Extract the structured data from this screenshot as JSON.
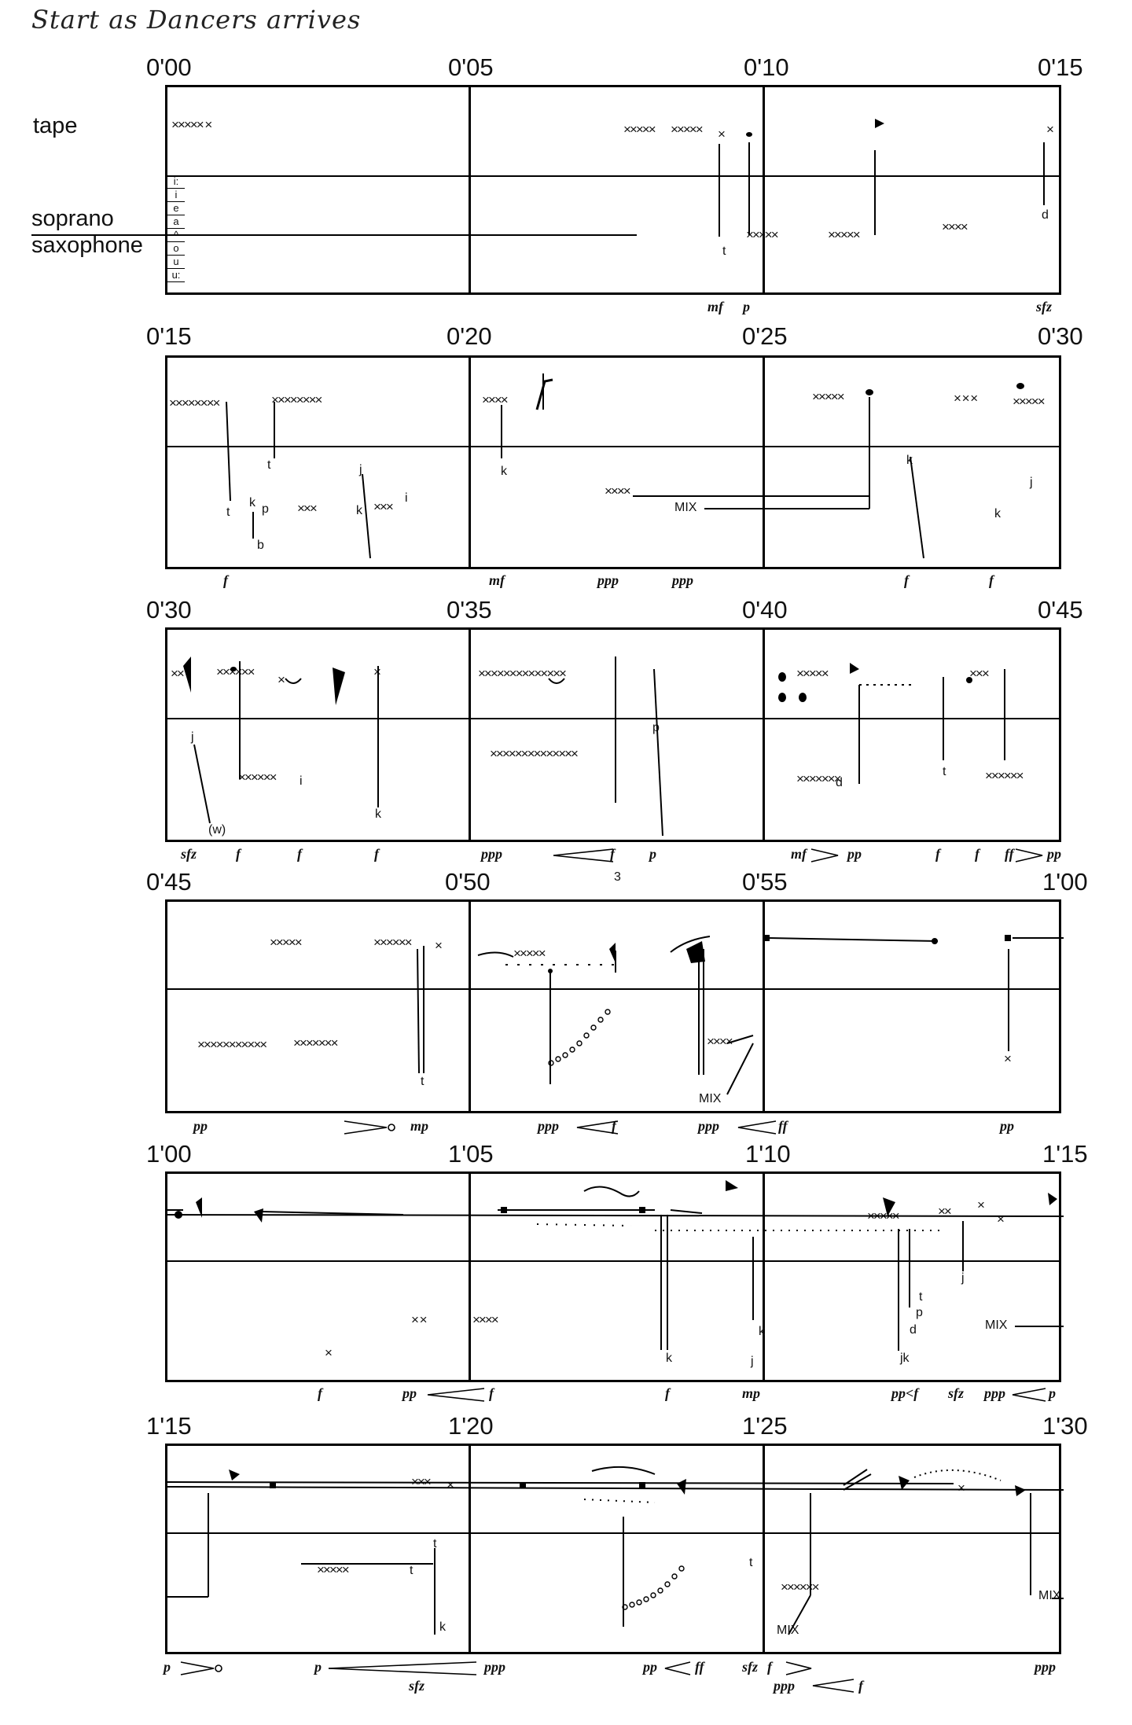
{
  "title": "Start as Dancers arrives",
  "labels": {
    "tape": "tape",
    "sax_line1": "soprano",
    "sax_line2": "saxophone"
  },
  "vowels": [
    "i:",
    "i",
    "e",
    "a",
    "^",
    "o",
    "u",
    "u:"
  ],
  "systems": [
    {
      "times": [
        "0'00",
        "0'05",
        "0'10",
        "0'15"
      ],
      "dynamics": [
        "mf",
        "p",
        "sfz"
      ],
      "tape_x": [
        "××××× ×",
        "×××××",
        "×××××",
        "×",
        "×"
      ],
      "sax_x": [
        "×××××",
        "×××××",
        "××××"
      ],
      "letters": [
        "t",
        "d"
      ]
    },
    {
      "times": [
        "0'15",
        "0'20",
        "0'25",
        "0'30"
      ],
      "dynamics": [
        "f",
        "mf",
        "ppp",
        "ppp",
        "f",
        "f"
      ],
      "tape_x": [
        "××××××××",
        "××××××××",
        "××××",
        "×××××",
        "×××××",
        "× × ×"
      ],
      "sax_x": [
        "×××",
        "×××",
        "××××"
      ],
      "letters": [
        "t",
        "t",
        "k",
        "p",
        "b",
        "j",
        "k",
        "i",
        "k",
        "k",
        "k",
        "j",
        "k"
      ],
      "mix": "MIX"
    },
    {
      "times": [
        "0'30",
        "0'35",
        "0'40",
        "0'45"
      ],
      "dynamics": [
        "sfz",
        "f",
        "f",
        "f",
        "ppp",
        "f",
        "p",
        "mf",
        "pp",
        "f",
        "f",
        "ff",
        "pp"
      ],
      "tape_x": [
        "××",
        "××××××",
        "×",
        "×",
        "××××××××××××××",
        "×××××",
        "×××"
      ],
      "sax_x": [
        "××××××",
        "××××××××××××××",
        "×××××××",
        "××××××"
      ],
      "letters": [
        "j",
        "(w)",
        "i",
        "k",
        "p",
        "d",
        "t"
      ]
    },
    {
      "times": [
        "0'45",
        "0'50",
        "0'55",
        "1'00"
      ],
      "dynamics": [
        "pp",
        "mp",
        "ppp",
        "f",
        "ppp",
        "ff",
        "pp"
      ],
      "tape_x": [
        "×××××",
        "××××××",
        "×",
        "×××××"
      ],
      "sax_x": [
        "×××××××××××",
        "×××××××",
        "××××",
        "×"
      ],
      "letters": [
        "t",
        "3"
      ],
      "mix": "MIX"
    },
    {
      "times": [
        "1'00",
        "1'05",
        "1'10",
        "1'15"
      ],
      "dynamics": [
        "f",
        "pp",
        "f",
        "f",
        "mp",
        "pp<f",
        "sfz",
        "ppp",
        "p"
      ],
      "tape_x": [
        "×××××",
        "××",
        "×",
        "×"
      ],
      "sax_x": [
        "×",
        "× ×",
        "××××"
      ],
      "letters": [
        "k",
        "k",
        "j",
        "t",
        "p",
        "d",
        "jk",
        "j"
      ],
      "mix": "MIX"
    },
    {
      "times": [
        "1'15",
        "1'20",
        "1'25",
        "1'30"
      ],
      "dynamics": [
        "p",
        "p",
        "sfz",
        "ppp",
        "pp",
        "ff",
        "sfz",
        "f",
        "ppp",
        "f",
        "ppp"
      ],
      "tape_x": [
        "×××",
        "×",
        "×"
      ],
      "sax_x": [
        "×××××",
        "××××××"
      ],
      "letters": [
        "t",
        "t",
        "k",
        "t"
      ],
      "mix": "MIX",
      "mix2": "MIX"
    }
  ]
}
